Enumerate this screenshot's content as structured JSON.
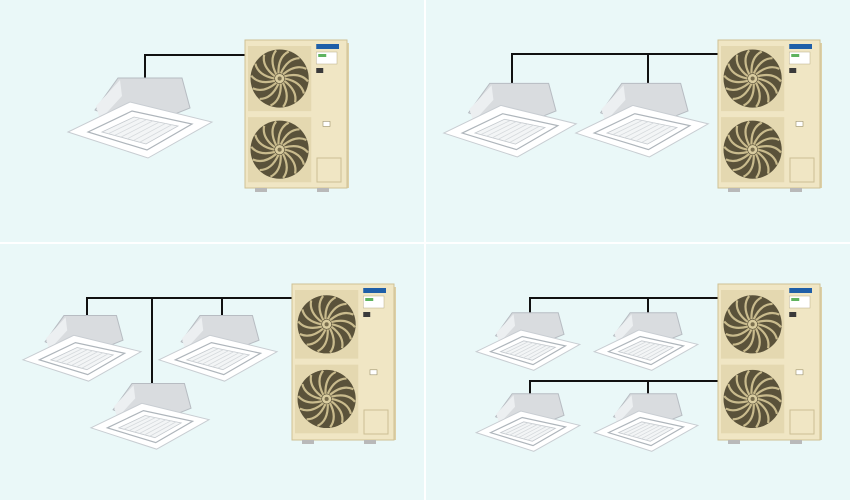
{
  "colors": {
    "panel_background": "#eaf8f8",
    "divider": "#ffffff",
    "pipe": "#111111",
    "outdoor_body": "#f0e6c4",
    "outdoor_shadow": "#ddd0a6",
    "fan_blade": "#6f6446",
    "indoor_grille": "#ffffff",
    "indoor_housing": "#d9dcdf",
    "brand_label": "#1f5fa8"
  },
  "icons": {
    "outdoor_unit": "outdoor-condenser-unit-icon",
    "indoor_unit": "ceiling-cassette-unit-icon",
    "fan": "fan-icon"
  },
  "panels": [
    {
      "id": "single",
      "indoor_unit_count": 1,
      "outdoor_unit_count": 1
    },
    {
      "id": "twin",
      "indoor_unit_count": 2,
      "outdoor_unit_count": 1
    },
    {
      "id": "triple",
      "indoor_unit_count": 3,
      "outdoor_unit_count": 1
    },
    {
      "id": "double-twin",
      "indoor_unit_count": 4,
      "outdoor_unit_count": 1
    }
  ]
}
